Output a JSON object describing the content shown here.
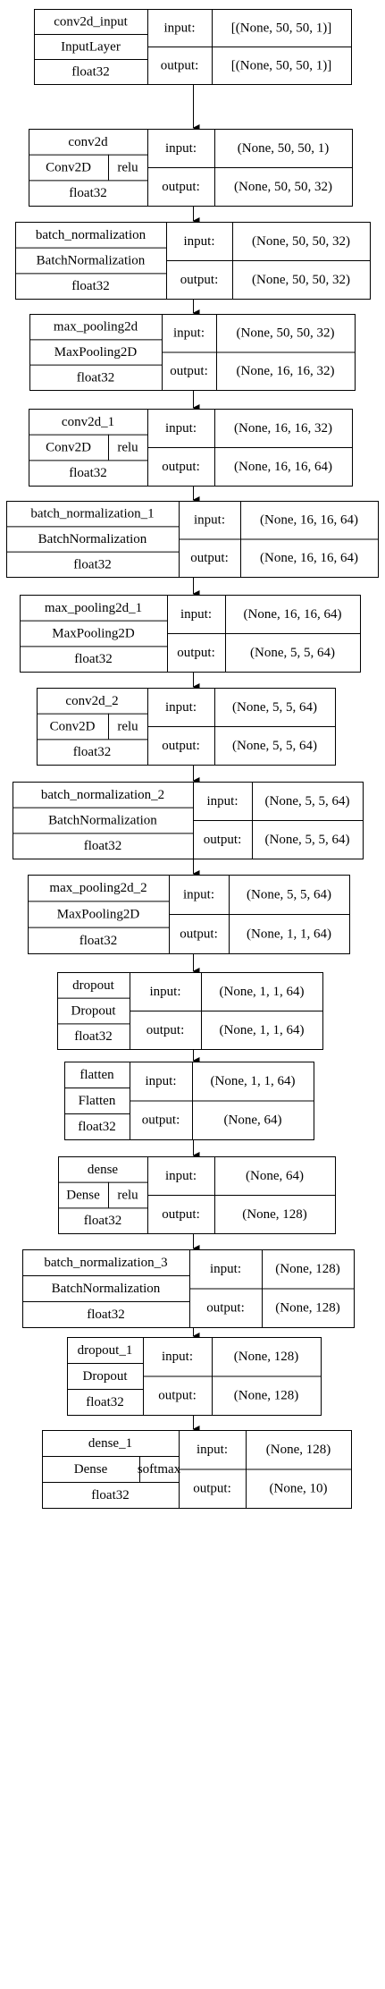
{
  "layers": [
    {
      "name": "conv2d_input",
      "cls": "InputLayer",
      "activation": null,
      "dtype": "float32",
      "input_label": "input:",
      "input": "[(None, 50, 50, 1)]",
      "output_label": "output:",
      "output": "[(None, 50, 50, 1)]"
    },
    {
      "name": "conv2d",
      "cls": "Conv2D",
      "activation": "relu",
      "dtype": "float32",
      "input_label": "input:",
      "input": "(None, 50, 50, 1)",
      "output_label": "output:",
      "output": "(None, 50, 50, 32)"
    },
    {
      "name": "batch_normalization",
      "cls": "BatchNormalization",
      "activation": null,
      "dtype": "float32",
      "input_label": "input:",
      "input": "(None, 50, 50, 32)",
      "output_label": "output:",
      "output": "(None, 50, 50, 32)"
    },
    {
      "name": "max_pooling2d",
      "cls": "MaxPooling2D",
      "activation": null,
      "dtype": "float32",
      "input_label": "input:",
      "input": "(None, 50, 50, 32)",
      "output_label": "output:",
      "output": "(None, 16, 16, 32)"
    },
    {
      "name": "conv2d_1",
      "cls": "Conv2D",
      "activation": "relu",
      "dtype": "float32",
      "input_label": "input:",
      "input": "(None, 16, 16, 32)",
      "output_label": "output:",
      "output": "(None, 16, 16, 64)"
    },
    {
      "name": "batch_normalization_1",
      "cls": "BatchNormalization",
      "activation": null,
      "dtype": "float32",
      "input_label": "input:",
      "input": "(None, 16, 16, 64)",
      "output_label": "output:",
      "output": "(None, 16, 16, 64)"
    },
    {
      "name": "max_pooling2d_1",
      "cls": "MaxPooling2D",
      "activation": null,
      "dtype": "float32",
      "input_label": "input:",
      "input": "(None, 16, 16, 64)",
      "output_label": "output:",
      "output": "(None, 5, 5, 64)"
    },
    {
      "name": "conv2d_2",
      "cls": "Conv2D",
      "activation": "relu",
      "dtype": "float32",
      "input_label": "input:",
      "input": "(None, 5, 5, 64)",
      "output_label": "output:",
      "output": "(None, 5, 5, 64)"
    },
    {
      "name": "batch_normalization_2",
      "cls": "BatchNormalization",
      "activation": null,
      "dtype": "float32",
      "input_label": "input:",
      "input": "(None, 5, 5, 64)",
      "output_label": "output:",
      "output": "(None, 5, 5, 64)"
    },
    {
      "name": "max_pooling2d_2",
      "cls": "MaxPooling2D",
      "activation": null,
      "dtype": "float32",
      "input_label": "input:",
      "input": "(None, 5, 5, 64)",
      "output_label": "output:",
      "output": "(None, 1, 1, 64)"
    },
    {
      "name": "dropout",
      "cls": "Dropout",
      "activation": null,
      "dtype": "float32",
      "input_label": "input:",
      "input": "(None, 1, 1, 64)",
      "output_label": "output:",
      "output": "(None, 1, 1, 64)"
    },
    {
      "name": "flatten",
      "cls": "Flatten",
      "activation": null,
      "dtype": "float32",
      "input_label": "input:",
      "input": "(None, 1, 1, 64)",
      "output_label": "output:",
      "output": "(None, 64)"
    },
    {
      "name": "dense",
      "cls": "Dense",
      "activation": "relu",
      "dtype": "float32",
      "input_label": "input:",
      "input": "(None, 64)",
      "output_label": "output:",
      "output": "(None, 128)"
    },
    {
      "name": "batch_normalization_3",
      "cls": "BatchNormalization",
      "activation": null,
      "dtype": "float32",
      "input_label": "input:",
      "input": "(None, 128)",
      "output_label": "output:",
      "output": "(None, 128)"
    },
    {
      "name": "dropout_1",
      "cls": "Dropout",
      "activation": null,
      "dtype": "float32",
      "input_label": "input:",
      "input": "(None, 128)",
      "output_label": "output:",
      "output": "(None, 128)"
    },
    {
      "name": "dense_1",
      "cls": "Dense",
      "activation": "softmax",
      "dtype": "float32",
      "input_label": "input:",
      "input": "(None, 128)",
      "output_label": "output:",
      "output": "(None, 10)"
    }
  ]
}
